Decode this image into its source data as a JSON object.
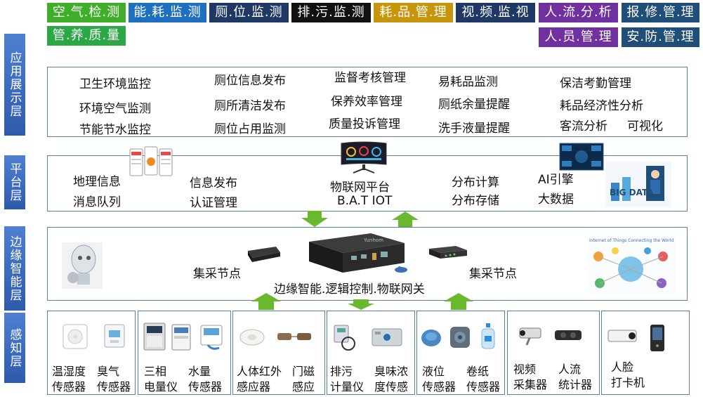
{
  "top_tags": [
    {
      "label": "空.气.检.测",
      "color": "#3fae2a"
    },
    {
      "label": "能.耗.监.测",
      "color": "#1f6fc0"
    },
    {
      "label": "厕.位.监.测",
      "color": "#1f3864"
    },
    {
      "label": "排.污.监.测",
      "color": "#111111"
    },
    {
      "label": "耗.品.管.理",
      "color": "#c8960c"
    },
    {
      "label": "视.频.监.视",
      "color": "#1f3864"
    },
    {
      "label": "人.流.分.析",
      "color": "#7030a0"
    },
    {
      "label": "报.修.管.理",
      "color": "#1f4e79"
    },
    {
      "label": "管.养.质.量",
      "color": "#2aa845"
    },
    {
      "label": "人.员.管.理",
      "color": "#7030a0"
    },
    {
      "label": "安.防.管.理",
      "color": "#1f4e79"
    }
  ],
  "layers": {
    "app": "应用展示层",
    "platform": "平台层",
    "edge": "边缘智能层",
    "sense": "感知层"
  },
  "app_items": [
    "卫生环境监控",
    "厕位信息发布",
    "监督考核管理",
    "易耗品监测",
    "保洁考勤管理",
    "环境空气监测",
    "厕所清洁发布",
    "保养效率管理",
    "厕纸余量提醒",
    "耗品经济性分析",
    "节能节水监控",
    "厕位占用监测",
    "质量投诉管理",
    "洗手液量提醒",
    "客流分析",
    "可视化"
  ],
  "platform_items": [
    "地理信息",
    "消息队列",
    "信息发布",
    "认证管理",
    "物联网平台",
    "B.A.T IOT",
    "分布计算",
    "分布存储",
    "AI引擎",
    "大数据"
  ],
  "platform_badge": "BIG DATA",
  "edge_items": {
    "node_left": "集采节点",
    "node_right": "集采节点",
    "gateway": "边缘智能.逻辑控制.物联网关",
    "device_brand": "Yunhom",
    "iot_banner": "Internet of Things  Connecting the World"
  },
  "sensors": [
    [
      "温湿度",
      "传感器"
    ],
    [
      "臭气",
      "传感器"
    ],
    [
      "三相",
      "电量仪"
    ],
    [
      "水量",
      "传感器"
    ],
    [
      "人体红外",
      "感应器"
    ],
    [
      "门磁",
      "感应"
    ],
    [
      "排污",
      "计量仪"
    ],
    [
      "臭味浓",
      "度传感"
    ],
    [
      "液位",
      "传感器"
    ],
    [
      "卷纸",
      "传感器"
    ],
    [
      "视频",
      "采集器"
    ],
    [
      "人流",
      "统计器"
    ],
    [
      "人脸",
      "打卡机"
    ]
  ],
  "colors": {
    "arrow": "#6ab82e",
    "panel_border": "#5a7fa8",
    "layer_tag": "#3a68bd"
  }
}
